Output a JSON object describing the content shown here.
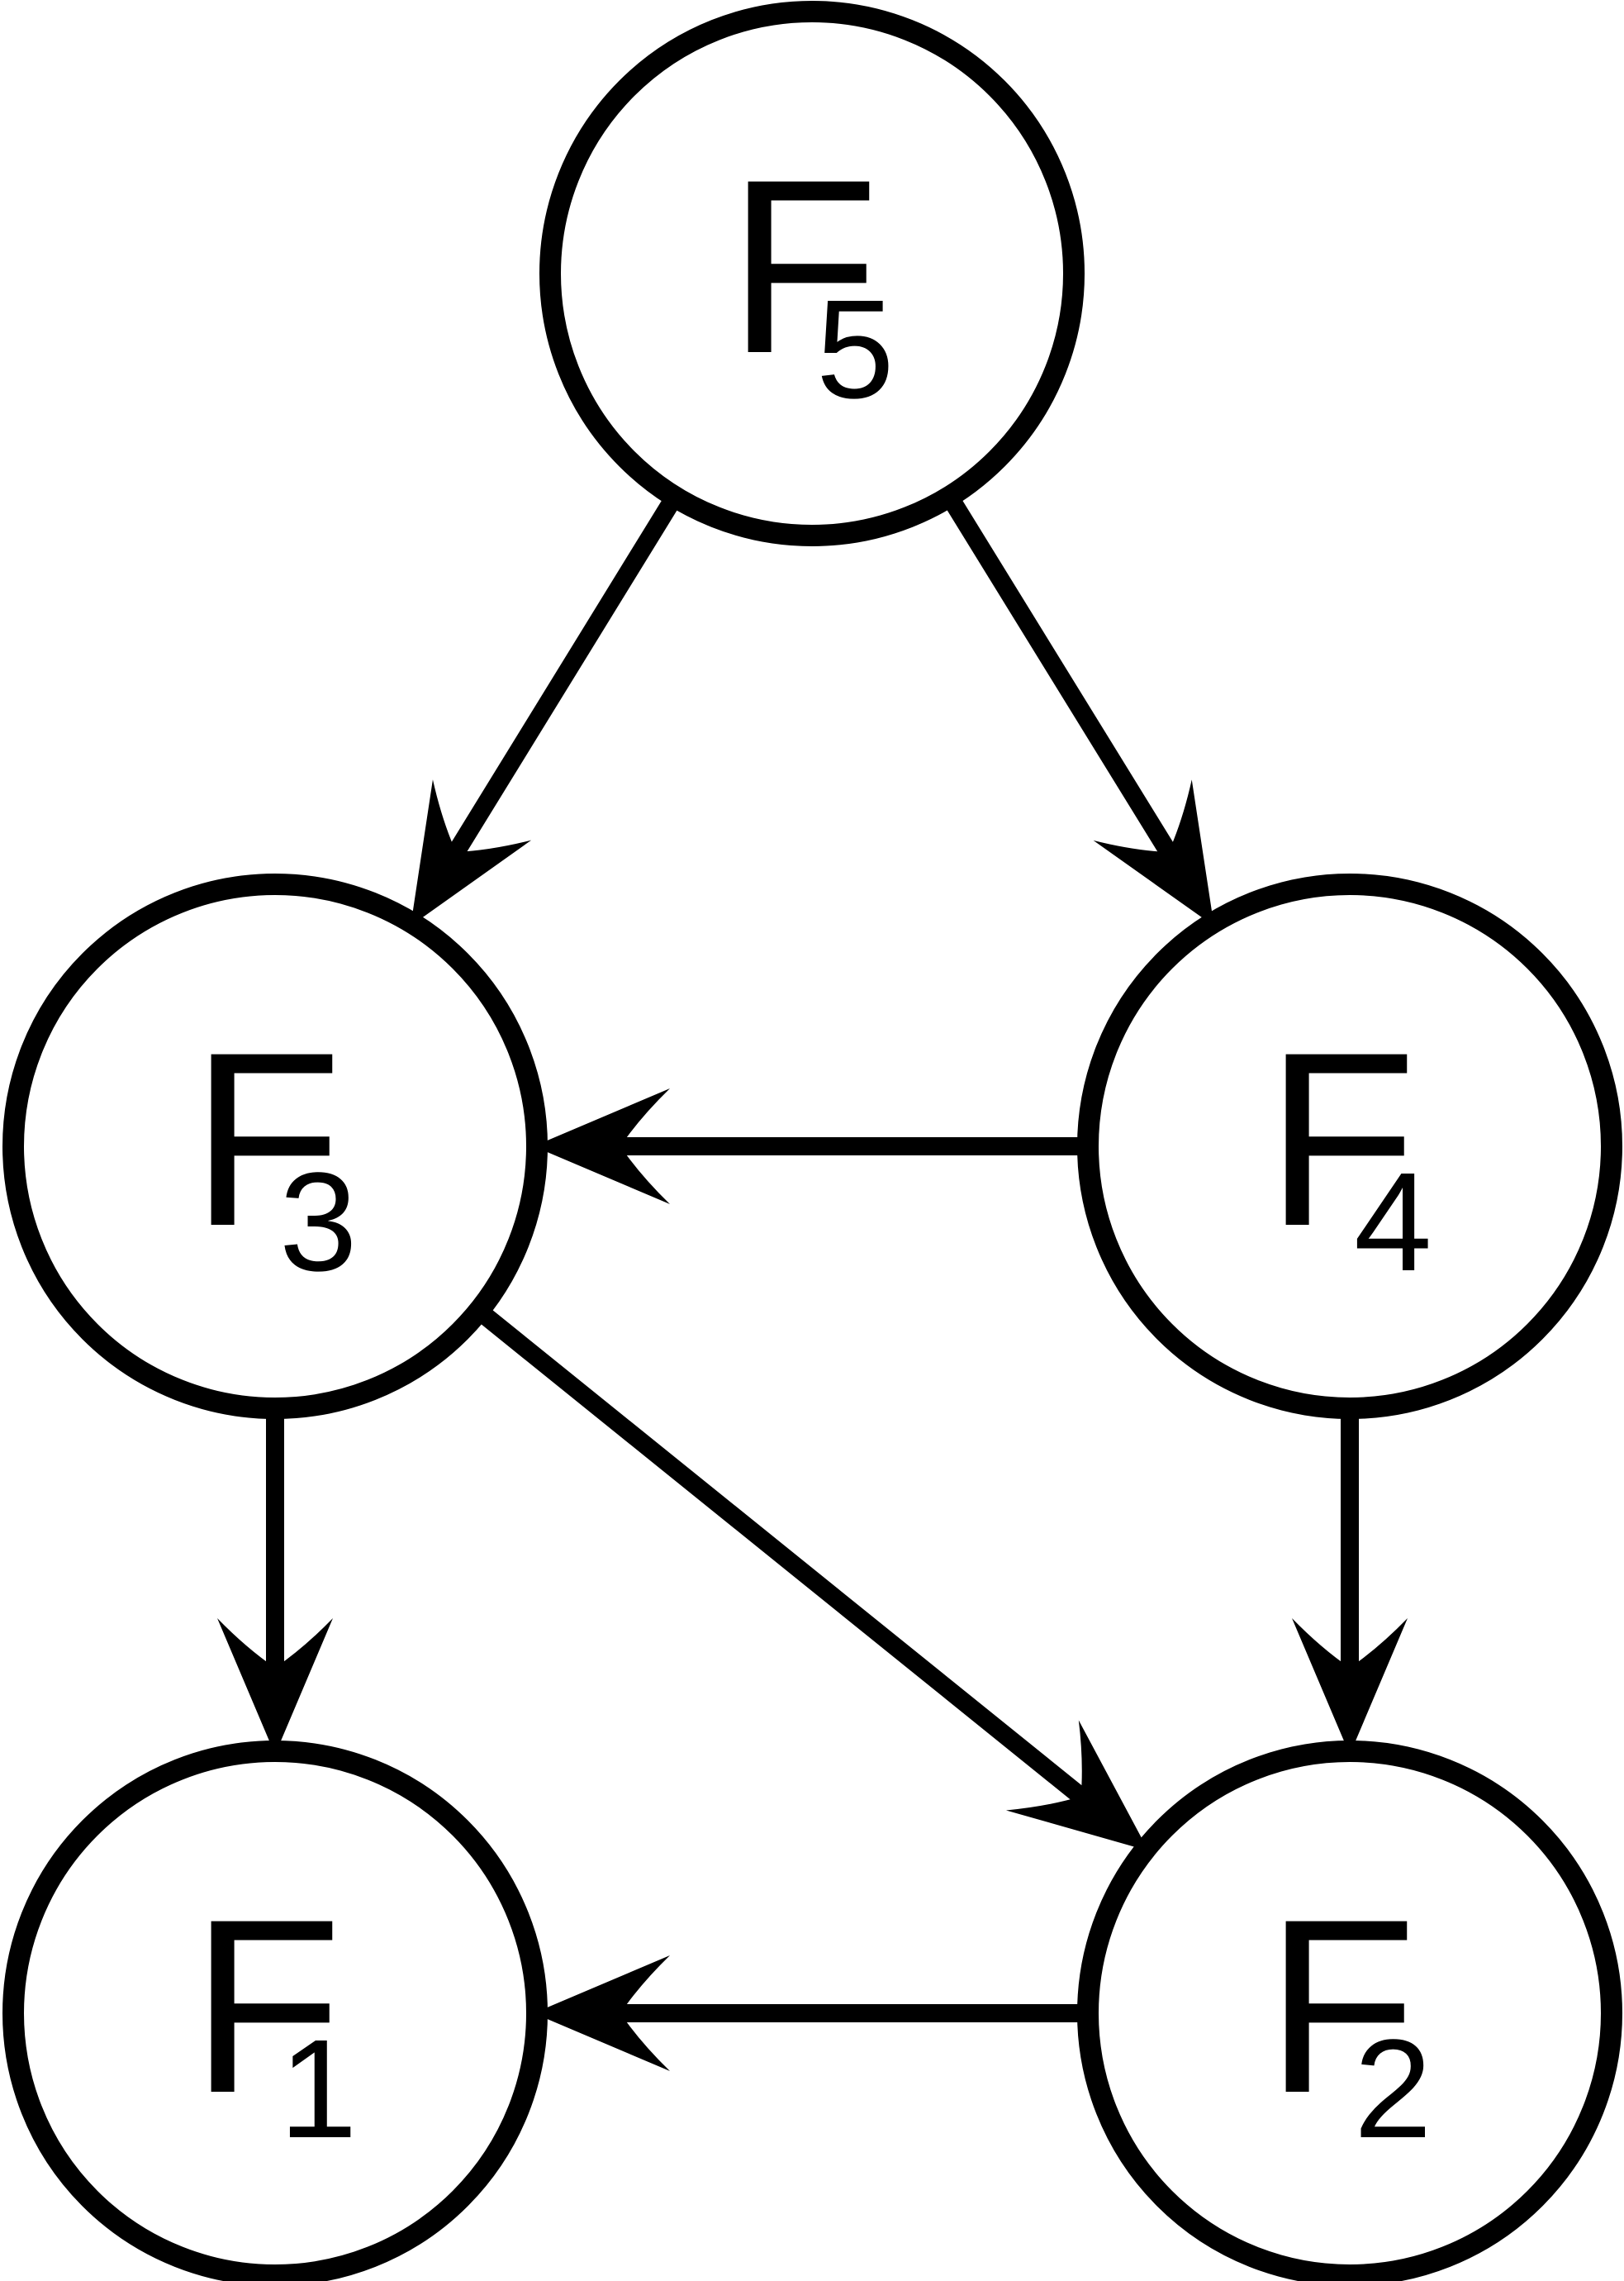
{
  "diagram": {
    "nodes": [
      {
        "id": "F5",
        "letter": "F",
        "sub": "5"
      },
      {
        "id": "F3",
        "letter": "F",
        "sub": "3"
      },
      {
        "id": "F4",
        "letter": "F",
        "sub": "4"
      },
      {
        "id": "F1",
        "letter": "F",
        "sub": "1"
      },
      {
        "id": "F2",
        "letter": "F",
        "sub": "2"
      }
    ],
    "edges": [
      {
        "from": "F5",
        "to": "F3"
      },
      {
        "from": "F5",
        "to": "F4"
      },
      {
        "from": "F4",
        "to": "F3"
      },
      {
        "from": "F3",
        "to": "F1"
      },
      {
        "from": "F3",
        "to": "F2"
      },
      {
        "from": "F4",
        "to": "F2"
      },
      {
        "from": "F2",
        "to": "F1"
      }
    ],
    "colors": {
      "stroke": "#000000",
      "fill": "#ffffff",
      "text": "#000000"
    }
  }
}
